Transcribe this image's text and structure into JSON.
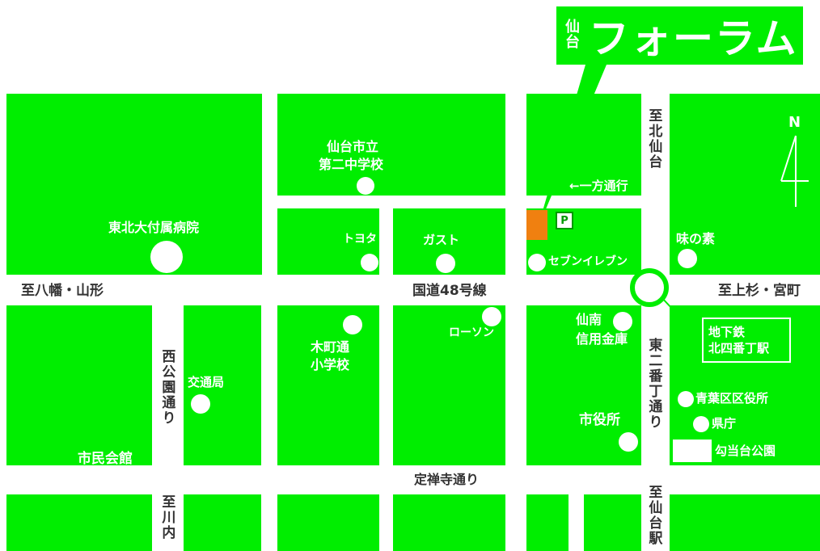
{
  "title": {
    "small": "仙台",
    "main": "フォーラム"
  },
  "colors": {
    "block": "#00ee00",
    "venue": "#f08010",
    "background": "#ffffff",
    "text": "#ffffff"
  },
  "north": "N",
  "destinations": {
    "north_sendai": "至北仙台",
    "hachiman": "至八幡・山形",
    "kamisugi": "至上杉・宮町",
    "kawauchi": "至川内",
    "sendai_station": "至仙台駅"
  },
  "roads": {
    "route48": "国道48号線",
    "jozenji": "定禅寺通り",
    "nishikoen": "西公園通り",
    "higashi_nibancho": "東二番丁通り",
    "one_way": "←一方通行"
  },
  "landmarks": {
    "school2_line1": "仙台市立",
    "school2_line2": "第二中学校",
    "tohoku_hospital": "東北大付属病院",
    "toyota": "トヨタ",
    "gusto": "ガスト",
    "seven_eleven": "セブンイレブン",
    "ajinomoto": "味の素",
    "lawson": "ローソン",
    "kimachi_line1": "木町通",
    "kimachi_line2": "小学校",
    "shinkin_line1": "仙南",
    "shinkin_line2": "信用金庫",
    "kotsukyoku": "交通局",
    "aoba_ward": "青葉区区役所",
    "prefecture": "県庁",
    "city_hall": "市役所",
    "shimin_kaikan": "市民会館",
    "kotodai_park": "勾当台公園",
    "subway_line1": "地下鉄",
    "subway_line2": "北四番丁駅",
    "parking": "P"
  }
}
